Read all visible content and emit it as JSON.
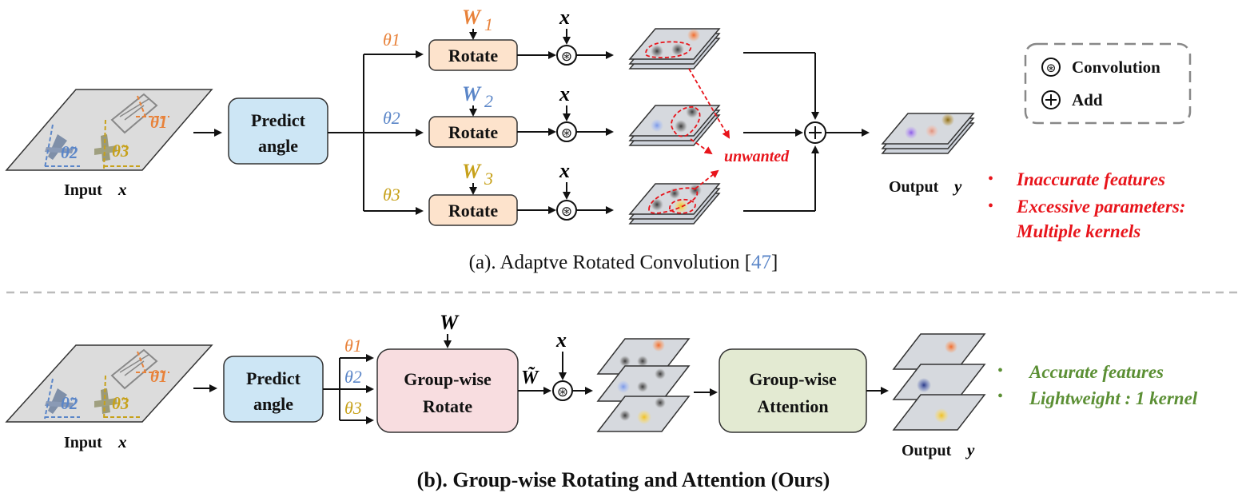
{
  "colors": {
    "orange": "#e8823a",
    "blue": "#5b86c8",
    "gold": "#c7a11a",
    "red": "#e8141b",
    "green": "#5b8f34",
    "predict_fill": "#cde6f5",
    "rotate_fill": "#fde3cc",
    "group_rotate_fill": "#f8dde0",
    "attention_fill": "#e3ead2",
    "plane_fill": "#dcdcdc"
  },
  "top": {
    "input_label": "Input",
    "input_var": "x",
    "predict_label_1": "Predict",
    "predict_label_2": "angle",
    "theta_1": "θ1",
    "theta_2": "θ2",
    "theta_3": "θ3",
    "w1_letter": "W",
    "w1_sub": "1",
    "w2_letter": "W",
    "w2_sub": "2",
    "w3_letter": "W",
    "w3_sub": "3",
    "rotate_label": "Rotate",
    "x_var": "x",
    "unwanted": "unwanted",
    "output_label": "Output",
    "output_var": "y",
    "caption_prefix": "(a). Adaptve Rotated Convolution [",
    "caption_ref": "47",
    "caption_suffix": "]",
    "bullets": [
      {
        "text": "Inaccurate features"
      },
      {
        "text": "Excessive parameters:"
      },
      {
        "text": "Multiple kernels"
      }
    ]
  },
  "legend": {
    "conv_symbol": "⊛",
    "conv_label": "Convolution",
    "add_symbol": "+",
    "add_label": "Add"
  },
  "bottom": {
    "input_label": "Input",
    "input_var": "x",
    "predict_label_1": "Predict",
    "predict_label_2": "angle",
    "theta_1": "θ1",
    "theta_2": "θ2",
    "theta_3": "θ3",
    "w_letter": "W",
    "w_tilde": "W̃",
    "group_rotate_1": "Group-wise",
    "group_rotate_2": "Rotate",
    "x_var": "x",
    "attention_1": "Group-wise",
    "attention_2": "Attention",
    "output_label": "Output",
    "output_var": "y",
    "caption": "(b). Group-wise Rotating and Attention (Ours)",
    "bullets": [
      {
        "text": "Accurate features"
      },
      {
        "text": "Lightweight : 1 kernel"
      }
    ]
  },
  "input_plane": {
    "theta_1_mark": "θ̃1",
    "theta_2_mark": "θ̃2",
    "theta_3_mark": "θ̃3"
  }
}
